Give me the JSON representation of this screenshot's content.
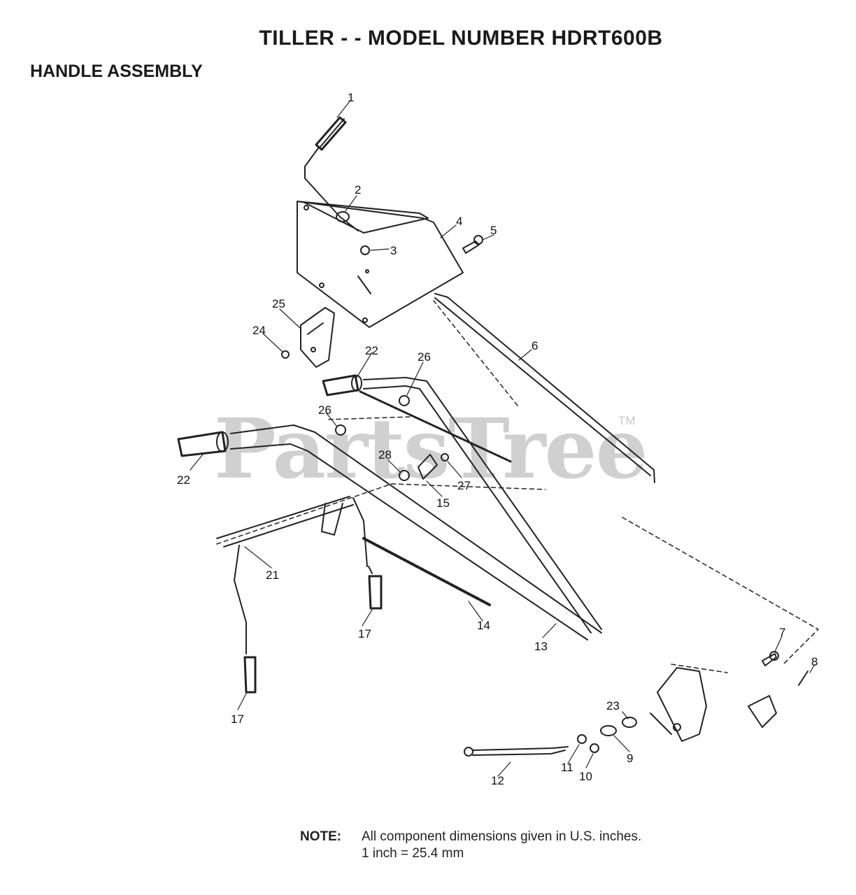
{
  "header": {
    "title": "TILLER - - MODEL NUMBER HDRT600B",
    "subtitle": "HANDLE ASSEMBLY"
  },
  "watermark": {
    "text": "PartsTree",
    "trademark": "TM"
  },
  "callouts": [
    "1",
    "2",
    "3",
    "4",
    "5",
    "6",
    "7",
    "8",
    "9",
    "10",
    "11",
    "12",
    "13",
    "14",
    "15",
    "17",
    "17",
    "21",
    "22",
    "22",
    "23",
    "24",
    "25",
    "26",
    "26",
    "27",
    "28"
  ],
  "note": {
    "label": "NOTE:",
    "line1": "All component dimensions given in U.S. inches.",
    "line2": "1 inch = 25.4 mm"
  },
  "colors": {
    "line": "#222222",
    "watermark": "#d0d0d0"
  }
}
